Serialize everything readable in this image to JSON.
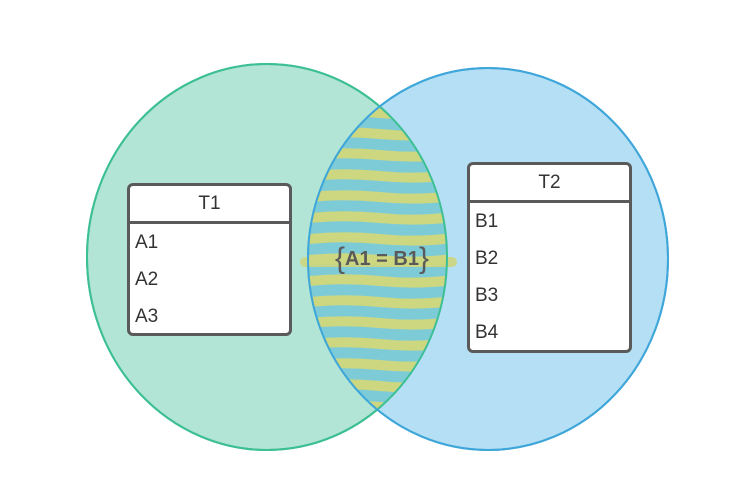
{
  "colors": {
    "left_fill": "#b3e5d6",
    "left_stroke": "#3dbf94",
    "right_fill": "#b5dff4",
    "right_stroke": "#3fa6d9",
    "overlap_fill": "#7ecbd8",
    "stripe": "#cdd77f",
    "table_border": "#5a5a5a",
    "text": "#333333"
  },
  "tables": {
    "t1": {
      "title": "T1",
      "columns": [
        "A1",
        "A2",
        "A3"
      ]
    },
    "t2": {
      "title": "T2",
      "columns": [
        "B1",
        "B2",
        "B3",
        "B4"
      ]
    }
  },
  "join": {
    "open_brace": "{",
    "condition": "A1 = B1",
    "close_brace": "}"
  }
}
